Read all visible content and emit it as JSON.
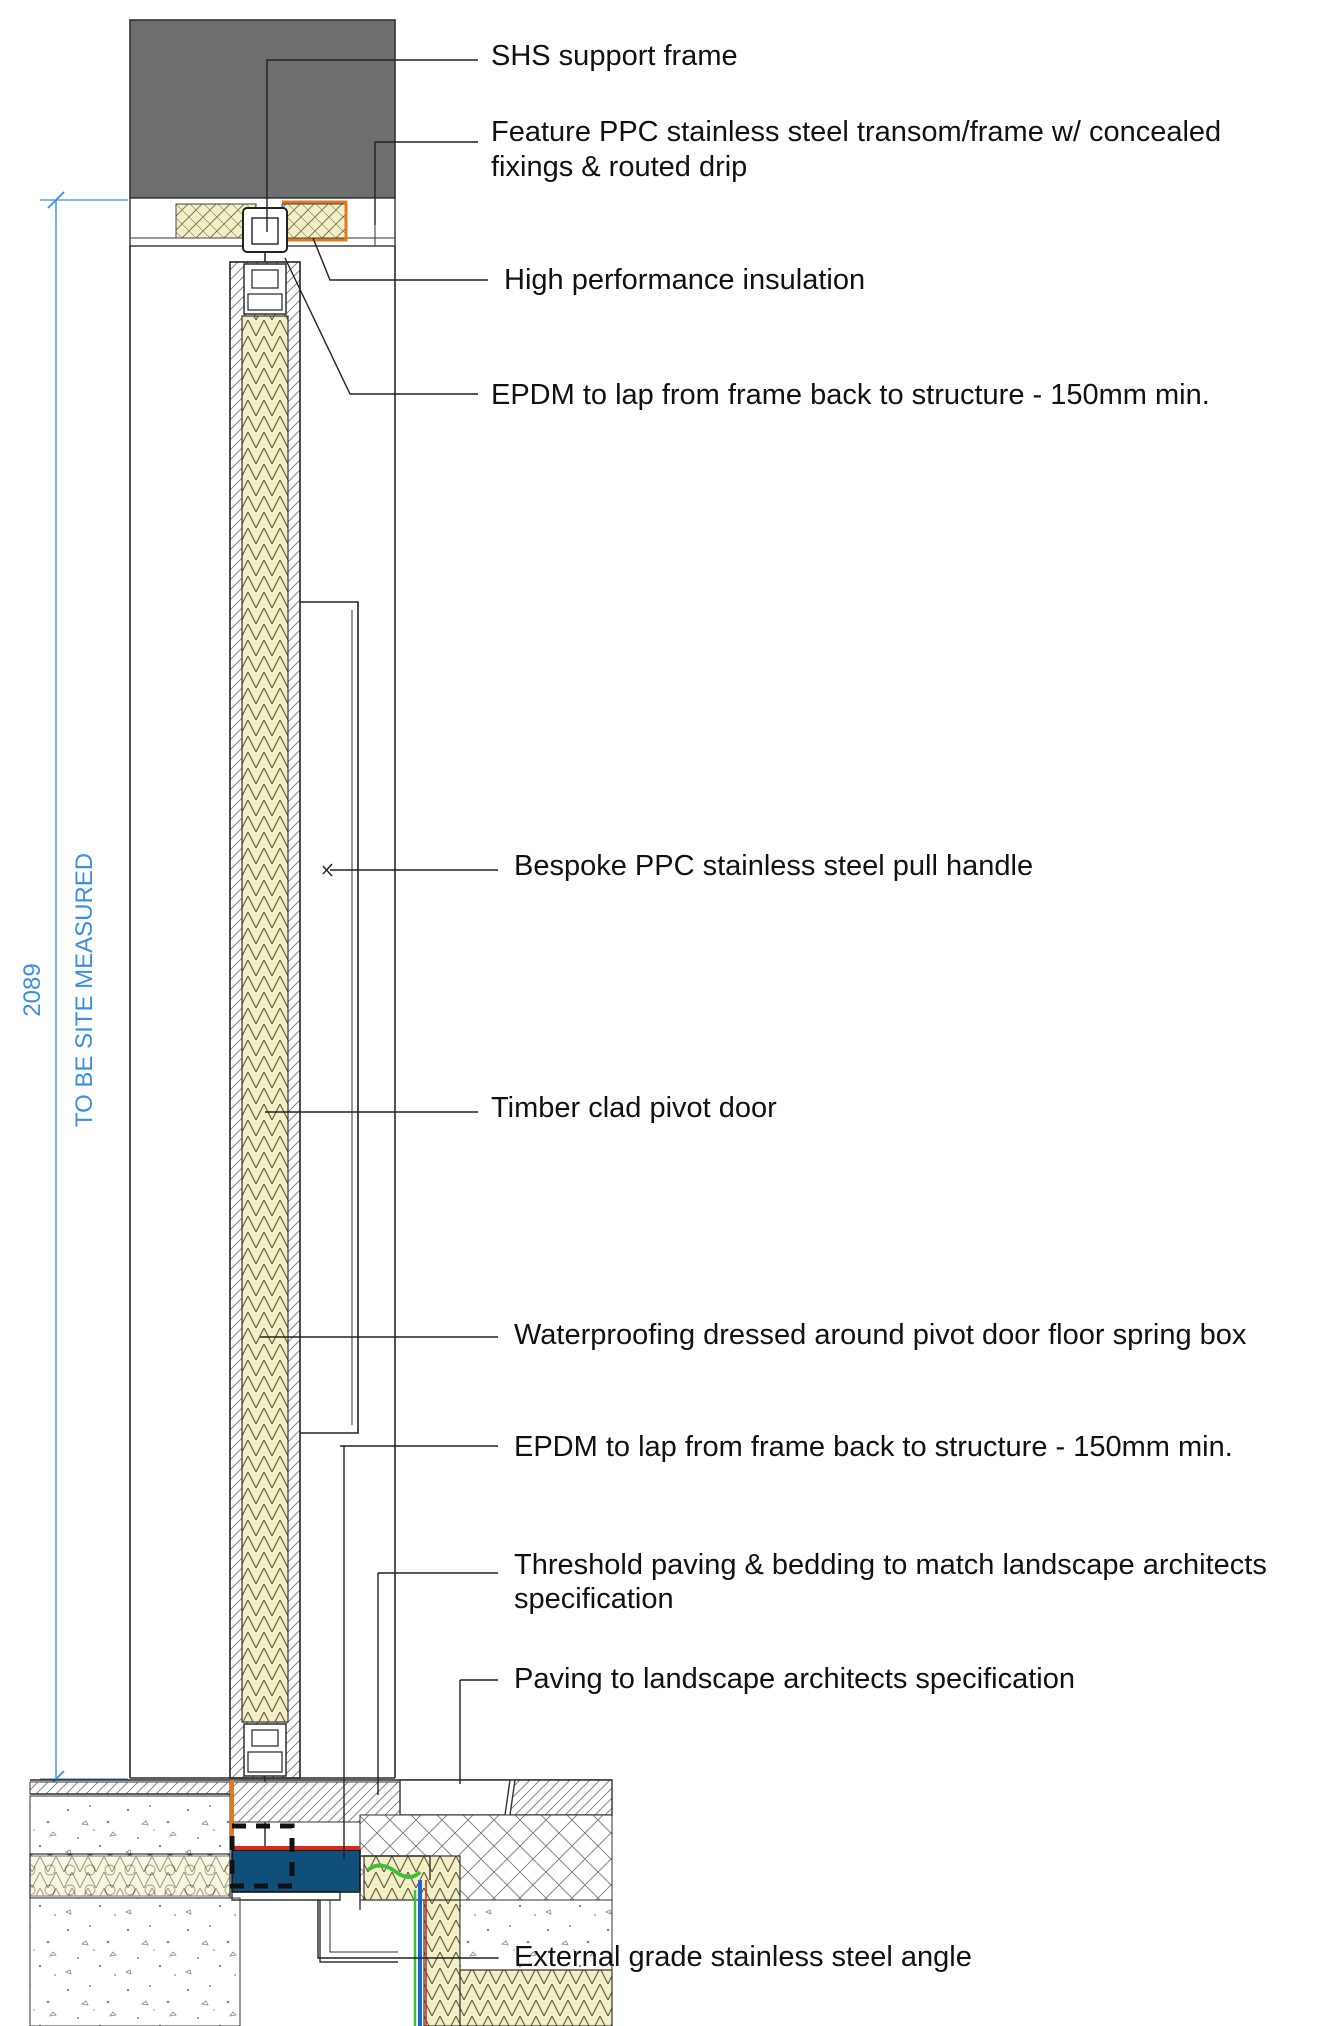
{
  "colors": {
    "dimension": "#3b8fe0",
    "steel_block": "#6e6e6e",
    "insulation": "#f3efc4",
    "membrane_orange": "#e07a1f",
    "membrane_red": "#d62b1e",
    "floor_box_blue": "#0f4f7a",
    "green_seal": "#3fbf3f"
  },
  "dimension": {
    "value": "2089",
    "note": "TO BE SITE MEASURED"
  },
  "callouts": [
    {
      "id": "shs-support-frame",
      "lines": [
        "SHS support frame"
      ]
    },
    {
      "id": "feature-transom",
      "lines": [
        "Feature PPC stainless steel transom/frame w/ concealed",
        "fixings & routed drip"
      ]
    },
    {
      "id": "hp-insulation",
      "lines": [
        "High performance insulation"
      ]
    },
    {
      "id": "epdm-top",
      "lines": [
        "EPDM to lap from frame back to structure - 150mm min."
      ]
    },
    {
      "id": "pull-handle",
      "lines": [
        "Bespoke PPC stainless steel pull handle"
      ]
    },
    {
      "id": "pivot-door",
      "lines": [
        "Timber clad pivot door"
      ]
    },
    {
      "id": "waterproofing",
      "lines": [
        "Waterproofing dressed around pivot door floor spring box"
      ]
    },
    {
      "id": "epdm-bottom",
      "lines": [
        "EPDM to lap from frame back to structure - 150mm min."
      ]
    },
    {
      "id": "threshold-paving",
      "lines": [
        "Threshold paving & bedding to match landscape architects",
        "specification"
      ]
    },
    {
      "id": "paving",
      "lines": [
        "Paving to landscape architects specification"
      ]
    },
    {
      "id": "angle",
      "lines": [
        "External grade stainless steel angle"
      ]
    }
  ]
}
